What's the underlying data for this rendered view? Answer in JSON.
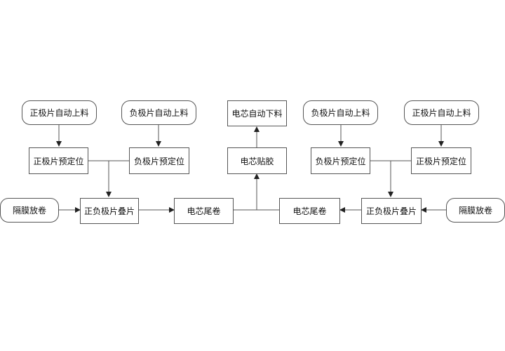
{
  "diagram": {
    "nodes": {
      "left_pos_load": "正极片自动上料",
      "left_neg_load": "负极片自动上料",
      "left_pos_locate": "正极片预定位",
      "left_neg_locate": "负极片预定位",
      "left_sep_unwind": "隔膜放卷",
      "left_stack": "正负极片叠片",
      "left_tail": "电芯尾卷",
      "center_tape": "电芯贴胶",
      "center_unload": "电芯自动下料",
      "right_tail": "电芯尾卷",
      "right_stack": "正负极片叠片",
      "right_sep_unwind": "隔膜放卷",
      "right_neg_load": "负极片自动上料",
      "right_pos_load": "正极片自动上料",
      "right_neg_locate": "负极片预定位",
      "right_pos_locate": "正极片预定位"
    }
  }
}
